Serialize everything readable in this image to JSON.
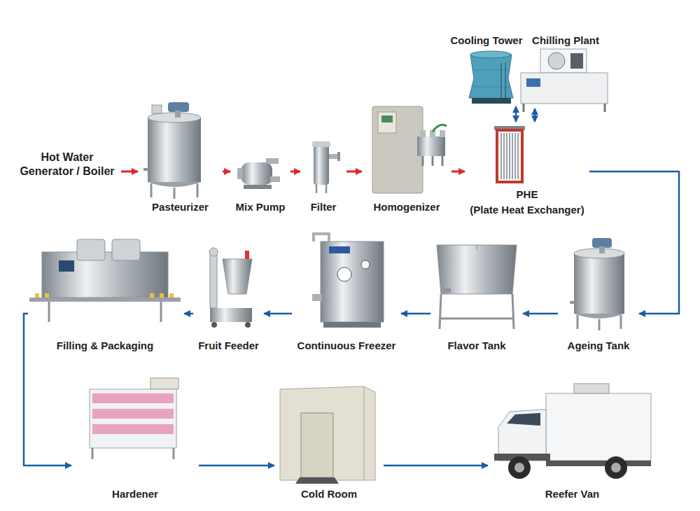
{
  "diagram": {
    "nodes": [
      {
        "text": [
          "Hot Water Generator / Boiler"
        ]
      },
      {
        "text": [
          "Pasteurizer"
        ]
      },
      {
        "text": [
          "Mix Pump"
        ]
      },
      {
        "text": [
          "Filter"
        ]
      },
      {
        "text": [
          "Homogenizer"
        ]
      },
      {
        "text": [
          "Cooling Tower"
        ]
      },
      {
        "text": [
          "Chilling Plant"
        ]
      },
      {
        "text": [
          "PHE",
          "(Plate Heat Exchanger)"
        ]
      },
      {
        "text": [
          "Ageing Tank"
        ]
      },
      {
        "text": [
          "Flavor Tank"
        ]
      },
      {
        "text": [
          "Continuous Freezer"
        ]
      },
      {
        "text": [
          "Fruit Feeder"
        ]
      },
      {
        "text": [
          "Filling & Packaging"
        ]
      },
      {
        "text": [
          "Hardener"
        ]
      },
      {
        "text": [
          "Cold Room"
        ]
      },
      {
        "text": [
          "Reefer Van"
        ]
      }
    ],
    "edges": [
      {
        "from": 0,
        "to": 1,
        "arrow": "to"
      },
      {
        "from": 1,
        "to": 2,
        "arrow": "to"
      },
      {
        "from": 2,
        "to": 3,
        "arrow": "to"
      },
      {
        "from": 3,
        "to": 4,
        "arrow": "to"
      },
      {
        "from": 4,
        "to": 7,
        "arrow": "to"
      },
      {
        "from": 5,
        "to": 7,
        "arrow": "both"
      },
      {
        "from": 6,
        "to": 7,
        "arrow": "both"
      },
      {
        "from": 7,
        "to": 8,
        "arrow": "to"
      },
      {
        "from": 8,
        "to": 9,
        "arrow": "to"
      },
      {
        "from": 9,
        "to": 10,
        "arrow": "to"
      },
      {
        "from": 10,
        "to": 11,
        "arrow": "to"
      },
      {
        "from": 11,
        "to": 12,
        "arrow": "to"
      },
      {
        "from": 12,
        "to": 13,
        "arrow": "to"
      },
      {
        "from": 13,
        "to": 14,
        "arrow": "to"
      },
      {
        "from": 14,
        "to": 15,
        "arrow": "to"
      }
    ]
  }
}
